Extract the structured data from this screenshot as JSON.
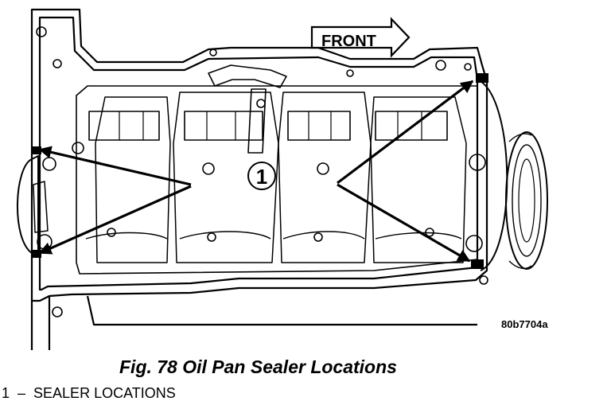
{
  "figure": {
    "front_label": "FRONT",
    "callout_number": "1",
    "image_code": "80b7704a"
  },
  "caption": "Fig. 78 Oil Pan Sealer Locations",
  "legend": {
    "number": "1",
    "separator": "–",
    "text": "SEALER LOCATIONS"
  }
}
